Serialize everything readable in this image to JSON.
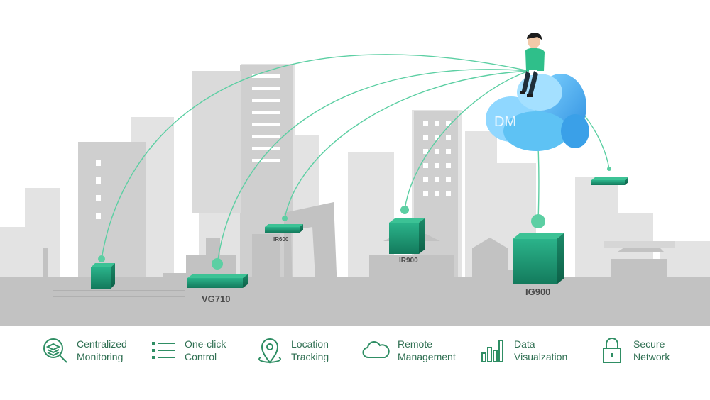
{
  "colors": {
    "accent": "#1f9e79",
    "accent_dark": "#137a5c",
    "line": "#5ccfa3",
    "building": "#d4d4d4",
    "building_dark": "#bdbdbd",
    "cloud": "#4fb7ee",
    "icon": "#2f8e64"
  },
  "cloud": {
    "label": "DM"
  },
  "devices": [
    {
      "id": "vg710",
      "label": "VG710"
    },
    {
      "id": "ir600",
      "label": "IR600"
    },
    {
      "id": "ir900",
      "label": "IR900"
    },
    {
      "id": "ig900",
      "label": "IG900"
    }
  ],
  "features": [
    {
      "icon": "layers-magnifier-icon",
      "label": "Centralized\nMonitoring"
    },
    {
      "icon": "list-icon",
      "label": "One-click\nControl"
    },
    {
      "icon": "location-pin-icon",
      "label": "Location\nTracking"
    },
    {
      "icon": "cloud-icon",
      "label": "Remote\nManagement"
    },
    {
      "icon": "bar-chart-icon",
      "label": "Data\nVisualzation"
    },
    {
      "icon": "lock-icon",
      "label": "Secure\nNetwork"
    }
  ]
}
